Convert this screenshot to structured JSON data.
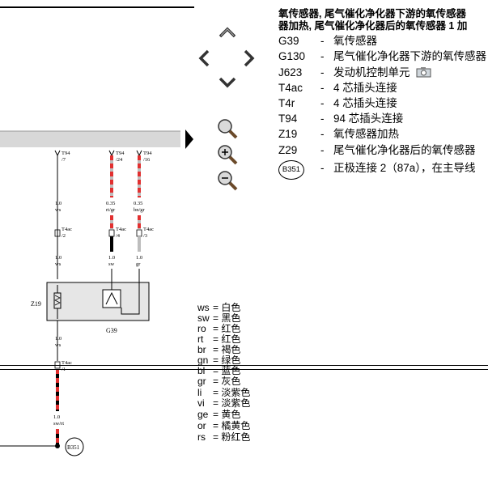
{
  "legend": {
    "title_line1": "氧传感器, 尾气催化净化器下游的氧传感器",
    "title_line2": "器加热, 尾气催化净化器后的氧传感器 1 加",
    "items": [
      {
        "code": "G39",
        "sep": "-",
        "desc": "氧传感器"
      },
      {
        "code": "G130",
        "sep": "-",
        "desc": "尾气催化净化器下游的氧传感器"
      },
      {
        "code": "J623",
        "sep": "-",
        "desc": "发动机控制单元"
      },
      {
        "code": "T4ac",
        "sep": "-",
        "desc": "4 芯插头连接"
      },
      {
        "code": "T4r",
        "sep": "-",
        "desc": "4 芯插头连接"
      },
      {
        "code": "T94",
        "sep": "-",
        "desc": "94 芯插头连接"
      },
      {
        "code": "Z19",
        "sep": "-",
        "desc": "氧传感器加热"
      },
      {
        "code": "Z29",
        "sep": "-",
        "desc": "尾气催化净化器后的氧传感器"
      },
      {
        "code": "B351",
        "sep": "-",
        "desc": "正极连接 2（87a），在主导线"
      }
    ]
  },
  "colors": [
    {
      "code": "ws",
      "name": "白色"
    },
    {
      "code": "sw",
      "name": "黑色"
    },
    {
      "code": "ro",
      "name": "红色"
    },
    {
      "code": "rt",
      "name": "红色"
    },
    {
      "code": "br",
      "name": "褐色"
    },
    {
      "code": "gn",
      "name": "绿色"
    },
    {
      "code": "bl",
      "name": "蓝色"
    },
    {
      "code": "gr",
      "name": "灰色"
    },
    {
      "code": "li",
      "name": "淡紫色"
    },
    {
      "code": "vi",
      "name": "淡紫色"
    },
    {
      "code": "ge",
      "name": "黄色"
    },
    {
      "code": "or",
      "name": "橘黄色"
    },
    {
      "code": "rs",
      "name": "粉红色"
    }
  ],
  "diagram": {
    "pins": {
      "p7": "T94",
      "p7n": "/7",
      "p24": "T94",
      "p24n": "/24",
      "p16": "T94",
      "p16n": "/16"
    },
    "wires_top": [
      {
        "size": "1.0",
        "color": "ws"
      },
      {
        "size": "0.35",
        "color": "rt/gr"
      },
      {
        "size": "0.35",
        "color": "bn/gr"
      }
    ],
    "connectors": [
      {
        "name": "T4ac",
        "pin": "/2"
      },
      {
        "name": "T4ac",
        "pin": "/4"
      },
      {
        "name": "T4ac",
        "pin": "/3"
      }
    ],
    "wires_mid": [
      {
        "size": "1.0",
        "color": "ws"
      },
      {
        "size": "1.0",
        "color": "sw"
      },
      {
        "size": "1.0",
        "color": "gr"
      }
    ],
    "heater_label": "Z19",
    "sensor_label": "G39",
    "wire_lower": {
      "size": "1.0",
      "color": "ws"
    },
    "lower_connector": {
      "name": "T4ac",
      "pin": "/1"
    },
    "wire_bottom": {
      "size": "1.0",
      "color": "sw/rt"
    },
    "ground_label": "B351"
  },
  "accent": {
    "red": "#e23030",
    "grey": "#bdbdbd",
    "black": "#000000"
  }
}
